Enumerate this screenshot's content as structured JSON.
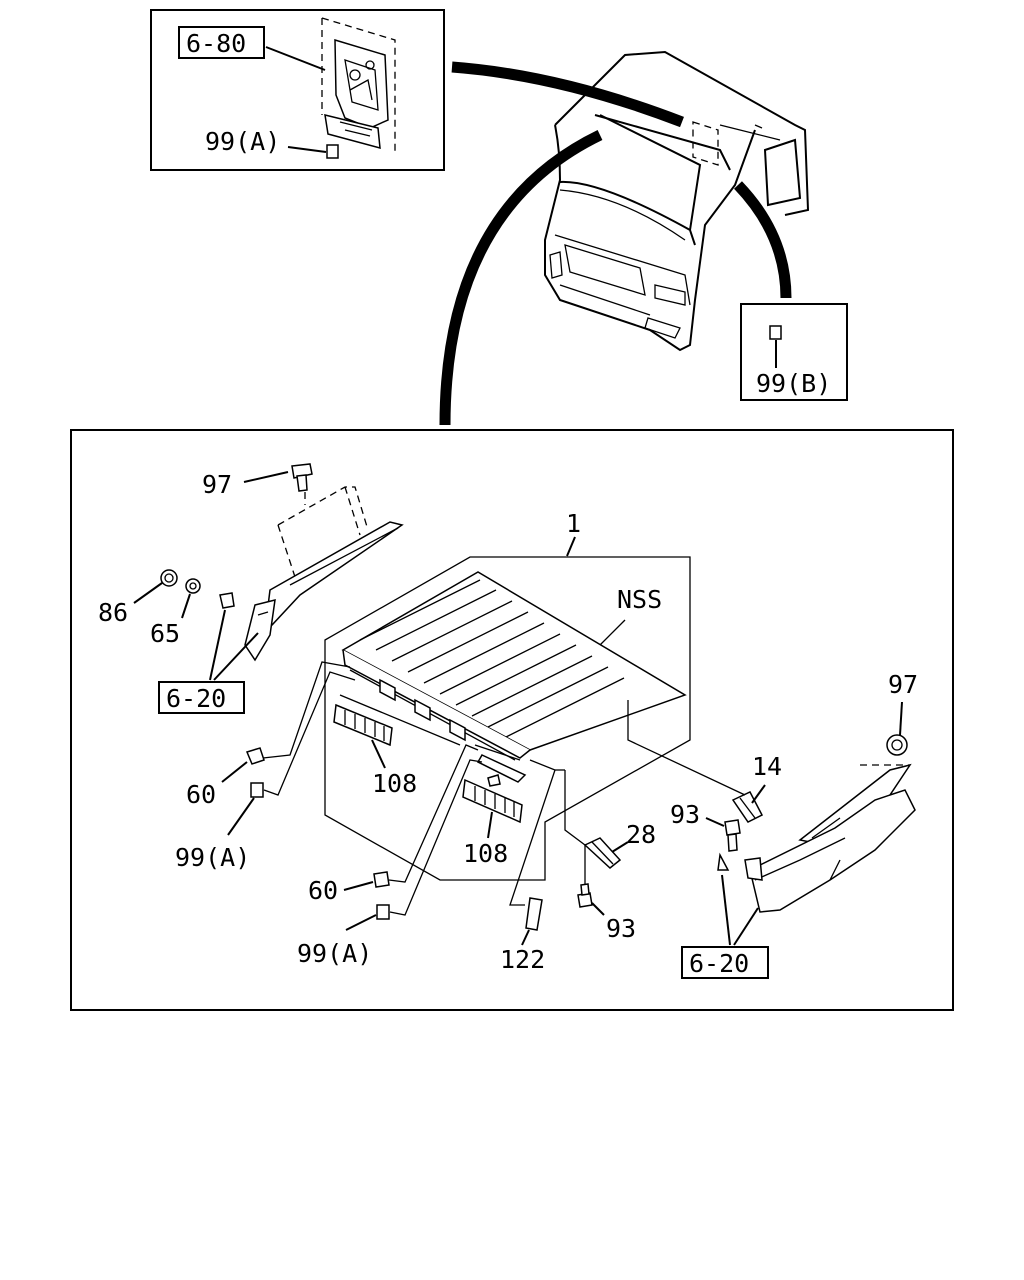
{
  "labels": {
    "ref_6_80": "6-80",
    "ref_6_20_left": "6-20",
    "ref_6_20_right": "6-20",
    "p99a_top": "99(A)",
    "p99b": "99(B)",
    "p97_left": "97",
    "p97_right": "97",
    "p86": "86",
    "p65": "65",
    "p1": "1",
    "nss": "NSS",
    "p60_a": "60",
    "p60_b": "60",
    "p99a_left": "99(A)",
    "p99a_bottom": "99(A)",
    "p108_a": "108",
    "p108_b": "108",
    "p14": "14",
    "p93_a": "93",
    "p93_b": "93",
    "p28": "28",
    "p122": "122"
  }
}
